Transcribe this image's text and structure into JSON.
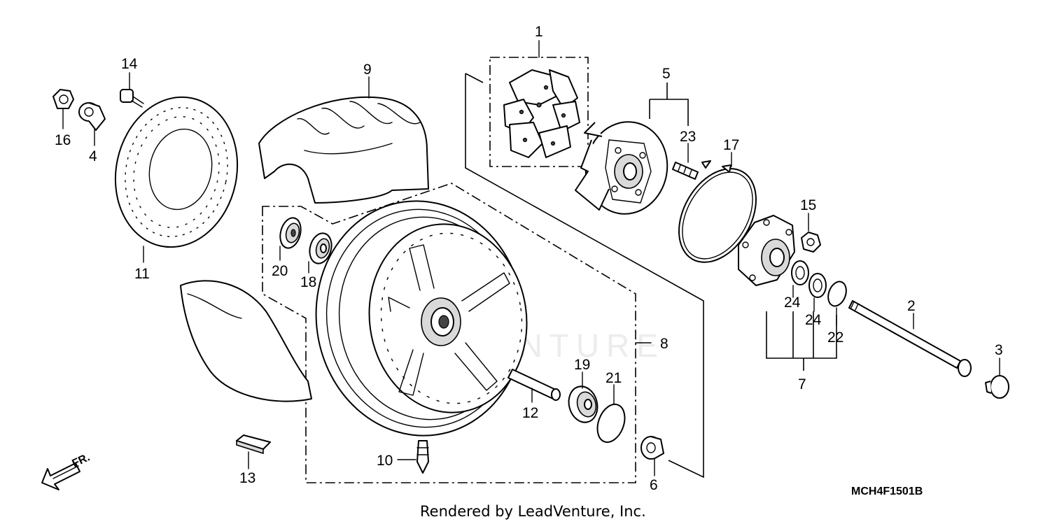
{
  "callouts": {
    "c1": "1",
    "c2": "2",
    "c3": "3",
    "c4": "4",
    "c5": "5",
    "c6": "6",
    "c7": "7",
    "c8": "8",
    "c9": "9",
    "c10": "10",
    "c11": "11",
    "c12": "12",
    "c13": "13",
    "c14": "14",
    "c15": "15",
    "c16": "16",
    "c17": "17",
    "c18": "18",
    "c19": "19",
    "c20": "20",
    "c21": "21",
    "c22": "22",
    "c23": "23",
    "c24a": "24",
    "c24b": "24"
  },
  "diagram_code": "MCH4F1501B",
  "direction_label": "FR.",
  "watermark": "LEADVENTURE",
  "credit": "Rendered by LeadVenture, Inc."
}
